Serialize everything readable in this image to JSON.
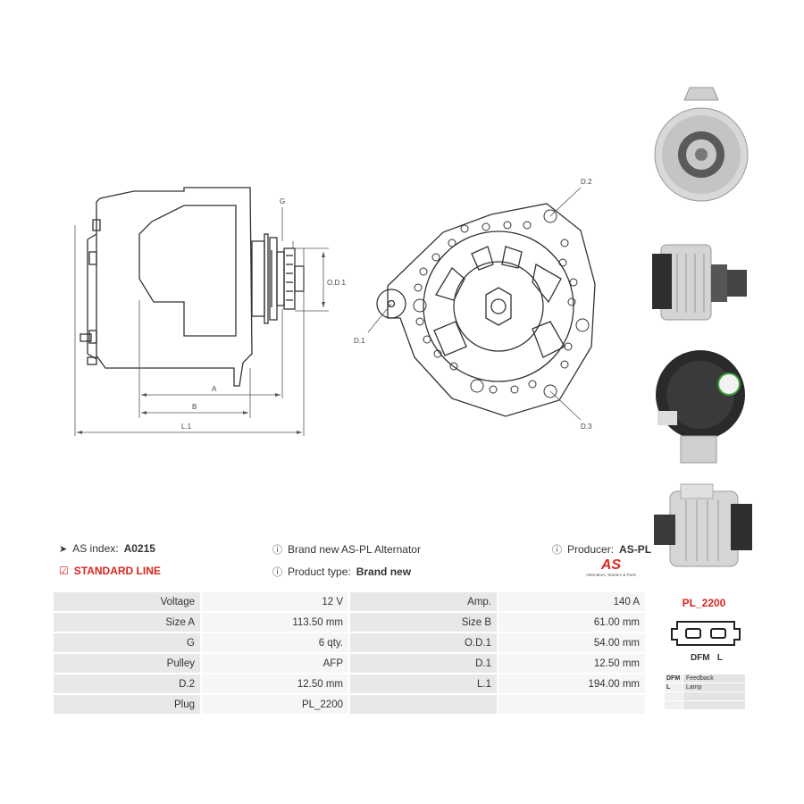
{
  "drawing": {
    "labels": {
      "g": "G",
      "od1": "O.D.1",
      "a": "A",
      "b": "B",
      "l1": "L.1",
      "d1": "D.1",
      "d2": "D.2",
      "d3": "D.3"
    }
  },
  "info": {
    "as_index_label": "AS index:",
    "as_index_value": "A0215",
    "standard_line": "STANDARD LINE",
    "brand_new_text": "Brand new AS-PL Alternator",
    "product_type_label": "Product type:",
    "product_type_value": "Brand new",
    "producer_label": "Producer:",
    "producer_value": "AS-PL",
    "logo_text": "AS",
    "logo_tagline": "Alternators, Starters & Parts"
  },
  "specs": [
    {
      "l1": "Voltage",
      "v1": "12 V",
      "l2": "Amp.",
      "v2": "140 A"
    },
    {
      "l1": "Size A",
      "v1": "113.50 mm",
      "l2": "Size B",
      "v2": "61.00 mm"
    },
    {
      "l1": "G",
      "v1": "6 qty.",
      "l2": "O.D.1",
      "v2": "54.00 mm"
    },
    {
      "l1": "Pulley",
      "v1": "AFP",
      "l2": "D.1",
      "v2": "12.50 mm"
    },
    {
      "l1": "D.2",
      "v1": "12.50 mm",
      "l2": "L.1",
      "v2": "194.00 mm"
    },
    {
      "l1": "Plug",
      "v1": "PL_2200",
      "l2": "",
      "v2": ""
    }
  ],
  "plug": {
    "code": "PL_2200",
    "pins_label": "DFM   L",
    "legend": [
      {
        "key": "DFM",
        "desc": "Feedback"
      },
      {
        "key": "L",
        "desc": "Lamp"
      },
      {
        "key": "",
        "desc": ""
      },
      {
        "key": "",
        "desc": ""
      }
    ]
  }
}
